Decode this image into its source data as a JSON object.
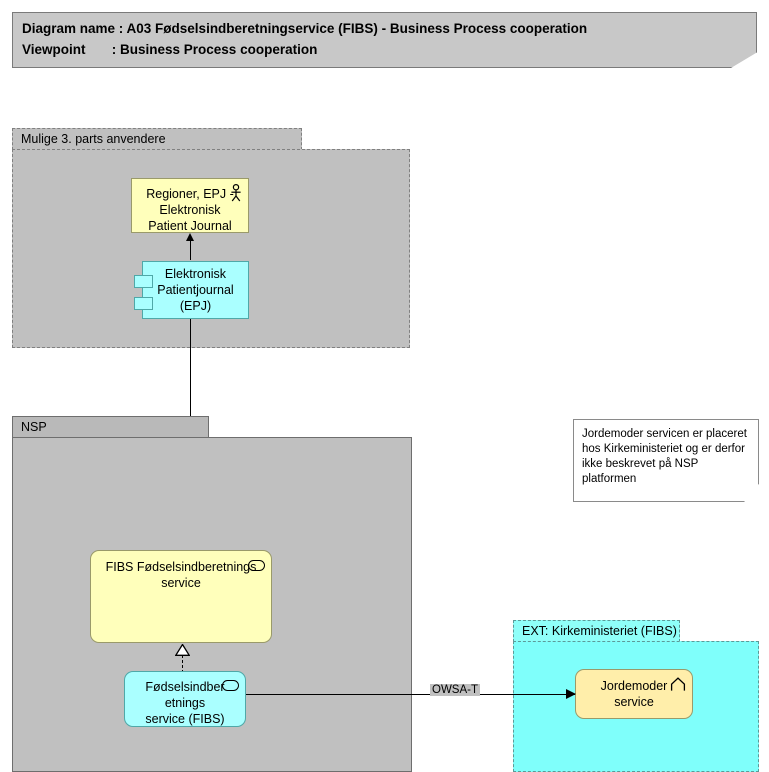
{
  "header": {
    "name_label": "Diagram name",
    "name_sep": ": ",
    "name_value": "A03 Fødselsindberetningservice (FIBS) - Business Process cooperation",
    "viewpoint_label": "Viewpoint",
    "viewpoint_sep": ": ",
    "viewpoint_value": "Business Process cooperation",
    "line1": "Diagram name : A03 Fødselsindberetningservice (FIBS) - Business Process cooperation",
    "line2": "Viewpoint       : Business Process cooperation"
  },
  "packages": {
    "third_party": {
      "title": "Mulige 3. parts anvendere",
      "style": "grey-dashed"
    },
    "nsp": {
      "title": "NSP",
      "style": "grey-solid"
    },
    "ext": {
      "title": "EXT: Kirkeministeriet (FIBS)",
      "style": "cyan-dashed"
    }
  },
  "nodes": {
    "regioner_epj": {
      "label": "Regioner, EPJ -\nElektronisk\nPatient Journal",
      "icon": "actor-icon",
      "fill": "#ffffbb"
    },
    "epj_component": {
      "label": "Elektronisk\nPatientjournal\n(EPJ)",
      "icon": "component-icon",
      "fill": "#aaffff"
    },
    "fibs_service": {
      "label": "FIBS Fødselsindberetnings\nservice",
      "icon": "service-oval-icon",
      "fill": "#ffffbb"
    },
    "fibs_component_service": {
      "label": "Fødselsindber\netnings\nservice (FIBS)",
      "icon": "service-oval-icon",
      "fill": "#aaffff"
    },
    "jordemoder_service": {
      "label": "Jordemoder\nservice",
      "icon": "chevron-process-icon",
      "fill": "#ffeeaa"
    }
  },
  "note": {
    "text": "Jordemoder servicen er placeret hos Kirkeministeriet og er derfor ikke beskrevet på NSP platformen"
  },
  "connectors": {
    "epj_to_actor": {
      "type": "association-arrow",
      "label": ""
    },
    "epj_to_fibs": {
      "type": "association-arrow",
      "label": ""
    },
    "realization": {
      "type": "realization",
      "label": ""
    },
    "owsa": {
      "type": "association-arrow",
      "label": "OWSA-T"
    }
  },
  "colors": {
    "yellow_fill": "#ffffbb",
    "yellow_process_fill": "#ffeeaa",
    "cyan_fill": "#aaffff",
    "cyan_package_fill": "#7ffffb",
    "grey_package_fill": "#c0c0c0",
    "grey_header_fill": "#c8c8c8",
    "line_color": "#000000"
  }
}
